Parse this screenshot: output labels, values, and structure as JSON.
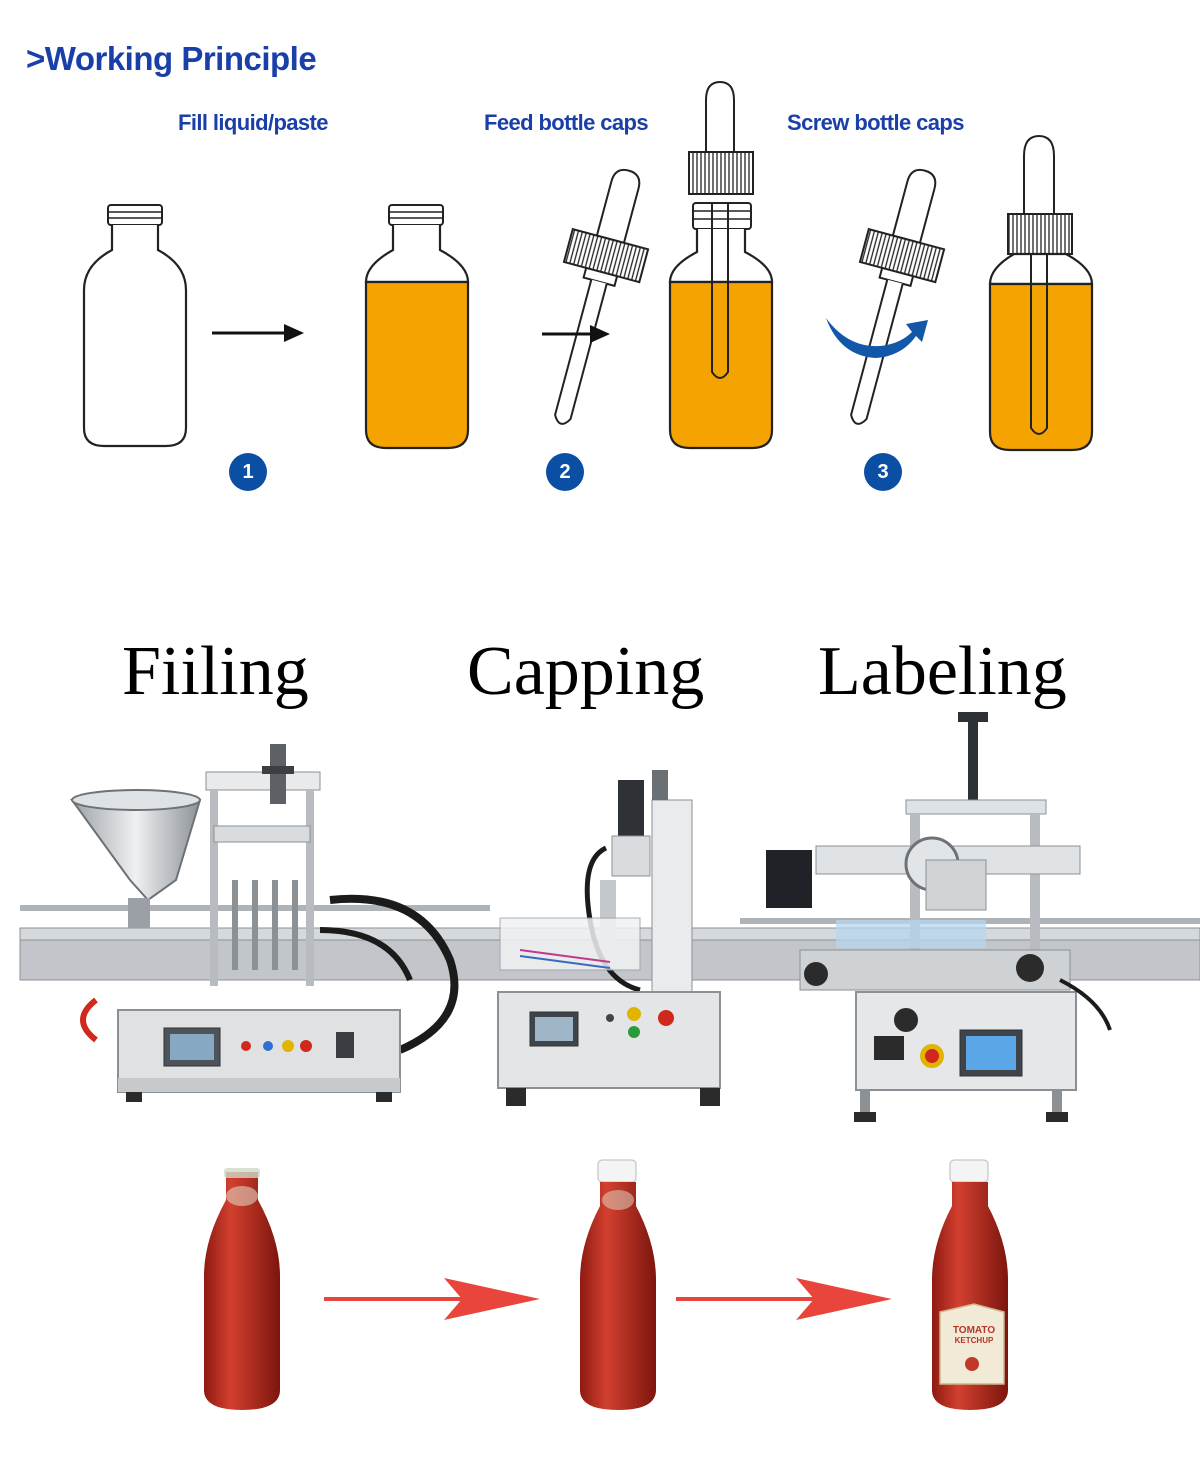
{
  "header": {
    "title": ">Working Principle"
  },
  "steps": [
    {
      "label": "Fill liquid/paste",
      "number": "1"
    },
    {
      "label": "Feed bottle caps",
      "number": "2"
    },
    {
      "label": "Screw bottle caps",
      "number": "3"
    }
  ],
  "stages": [
    "Fiiling",
    "Capping",
    "Labeling"
  ],
  "product_label": {
    "line1": "TOMATO",
    "line2": "KETCHUP"
  },
  "colors": {
    "heading_blue": "#1a3fa8",
    "badge_blue": "#0a4fa3",
    "liquid_orange": "#f5a300",
    "arrow_red": "#e8453c",
    "ketchup_red": "#b8261c",
    "steel": "#c9ccd0"
  }
}
